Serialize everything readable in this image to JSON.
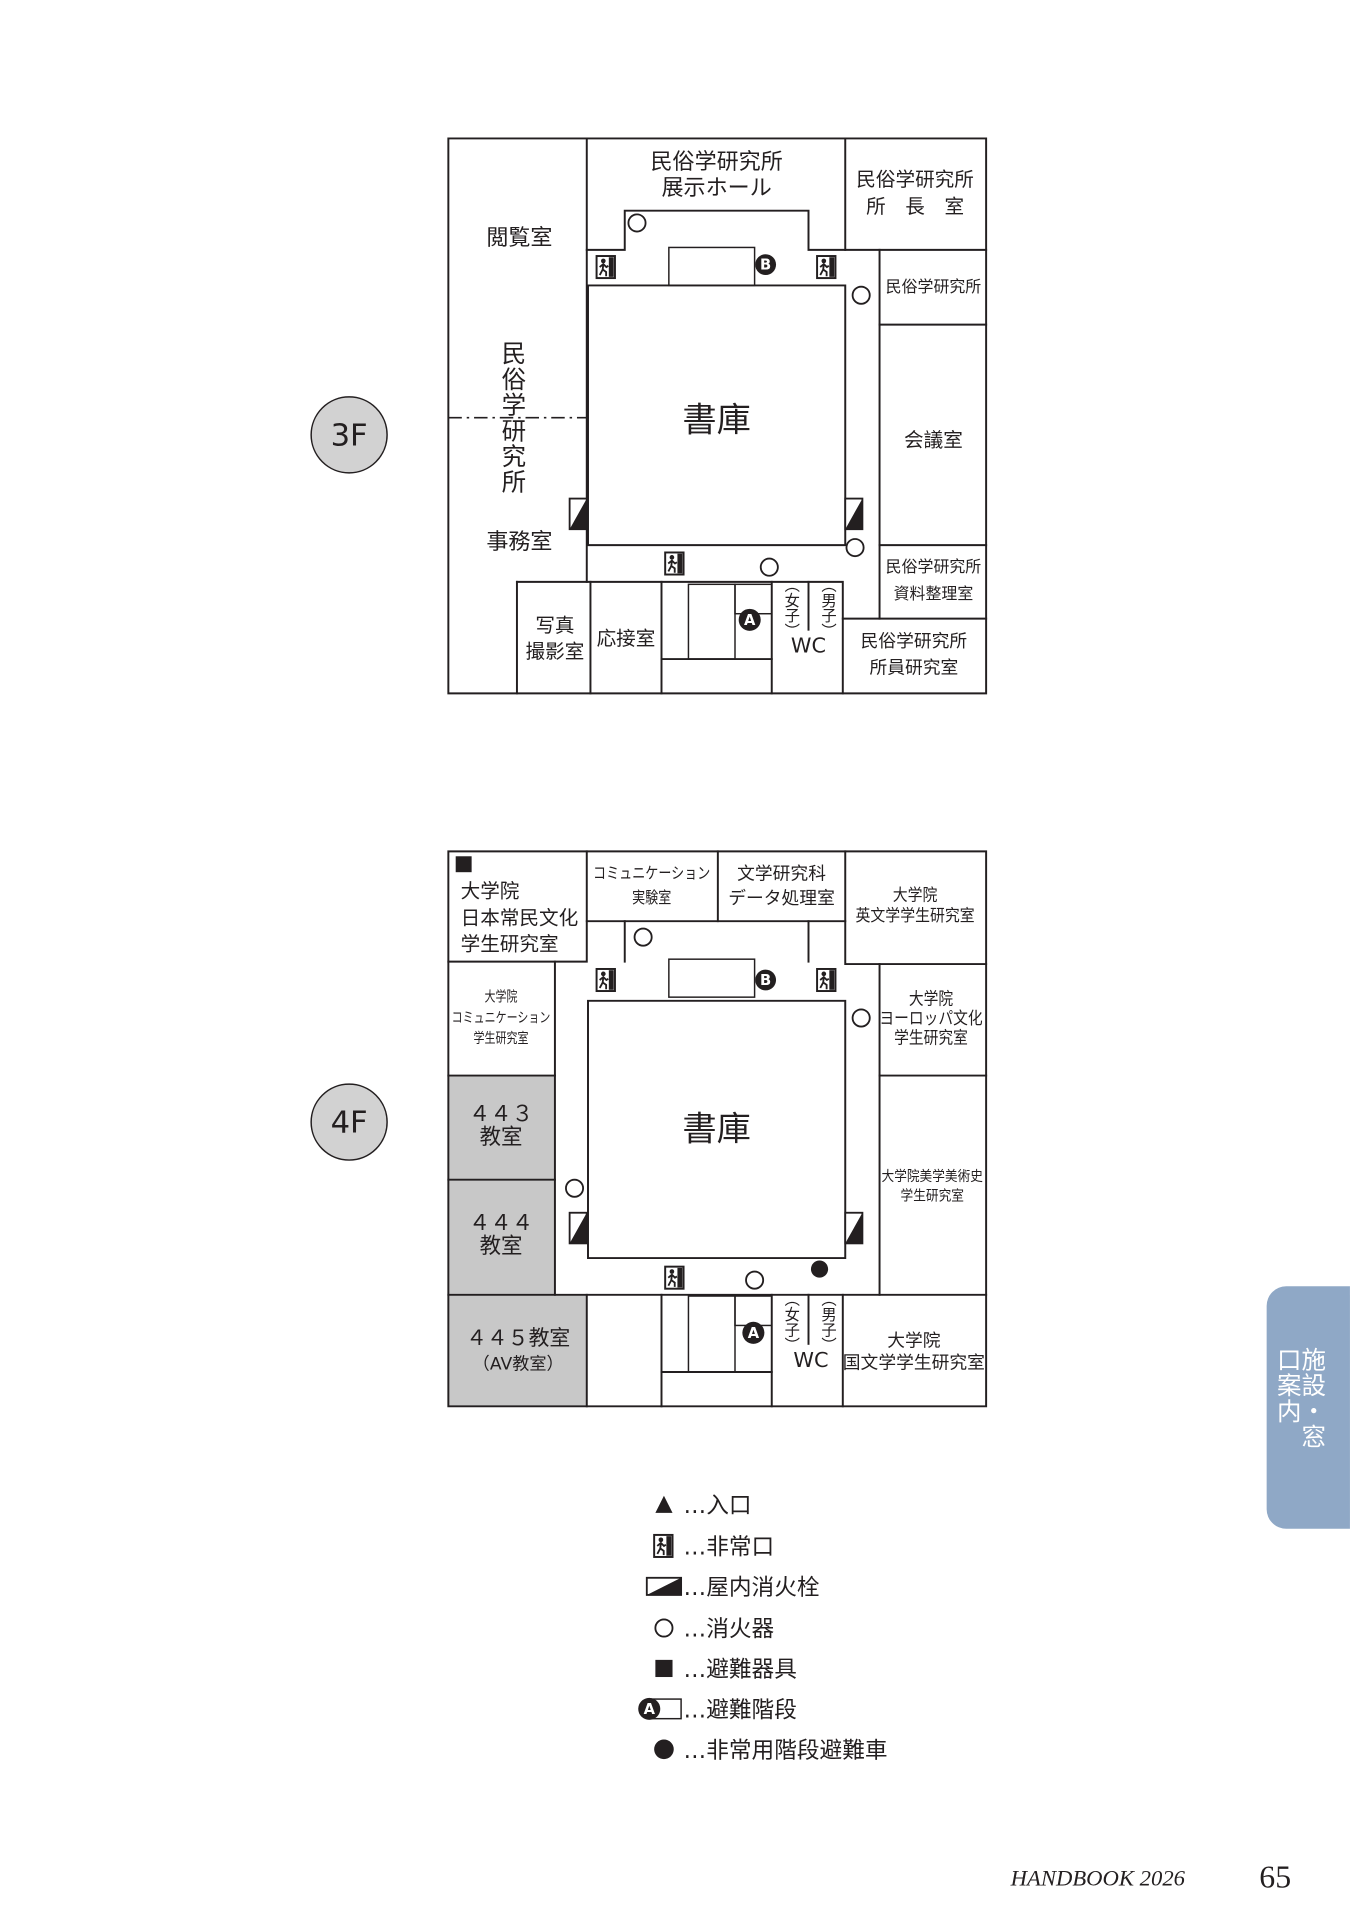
{
  "colors": {
    "line": "#231f20",
    "classroom": "#c8c8c8",
    "badge": "#d2d2d2",
    "tab": "#8fa8c6",
    "tab_text": "#ffffff"
  },
  "floor3": {
    "label": "3F",
    "exhibition_hall": [
      "民俗学研究所",
      "展示ホール"
    ],
    "director_room": [
      "民俗学研究所",
      "所　長　室"
    ],
    "reading_room": "閲覧室",
    "institute_vertical": "民俗学研究所",
    "office": "事務室",
    "institute_room": "民俗学研究所",
    "stacks": "書庫",
    "meeting_room": "会議室",
    "archive_room": [
      "民俗学研究所",
      "資料整理室"
    ],
    "photo_studio": [
      "写真",
      "撮影室"
    ],
    "reception_room": "応接室",
    "wc": "WC",
    "women": "（女子）",
    "men": "（男子）",
    "staff_room": [
      "民俗学研究所",
      "所員研究室"
    ],
    "stair_a": "A",
    "stair_b": "B"
  },
  "floor4": {
    "label": "4F",
    "folk_culture_room": [
      "大学院",
      "日本常民文化",
      "学生研究室"
    ],
    "communication_lab": [
      "コミュニケーション",
      "実験室"
    ],
    "data_processing_room": [
      "文学研究科",
      "データ処理室"
    ],
    "english_lit_room": [
      "大学院",
      "英文学学生研究室"
    ],
    "communication_grad_room": [
      "大学院",
      "コミュニケーション",
      "学生研究室"
    ],
    "european_culture_room": [
      "大学院",
      "ヨーロッパ文化",
      "学生研究室"
    ],
    "classroom_443": [
      "４４３",
      "教室"
    ],
    "stacks": "書庫",
    "aesthetics_room": [
      "大学院美学美術史",
      "学生研究室"
    ],
    "classroom_444": [
      "４４４",
      "教室"
    ],
    "classroom_445": [
      "４４５教室",
      "（AV教室）"
    ],
    "wc": "WC",
    "women": "（女子）",
    "men": "（男子）",
    "japanese_lit_room": [
      "大学院",
      "国文学学生研究室"
    ],
    "stair_a": "A",
    "stair_b": "B"
  },
  "legend": [
    {
      "icon": "entrance-triangle-icon",
      "label": "…入口"
    },
    {
      "icon": "emergency-exit-icon",
      "label": "…非常口"
    },
    {
      "icon": "fire-hydrant-icon",
      "label": "…屋内消火栓"
    },
    {
      "icon": "fire-extinguisher-icon",
      "label": "…消火器"
    },
    {
      "icon": "evacuation-equipment-icon",
      "label": "…避難器具"
    },
    {
      "icon": "evacuation-stair-icon",
      "label": "…避難階段",
      "letter": "A"
    },
    {
      "icon": "stair-evacuation-chair-icon",
      "label": "…非常用階段避難車"
    }
  ],
  "side_tab": "施設・窓口案内",
  "footer": {
    "book": "HANDBOOK 2026",
    "page": "65"
  }
}
